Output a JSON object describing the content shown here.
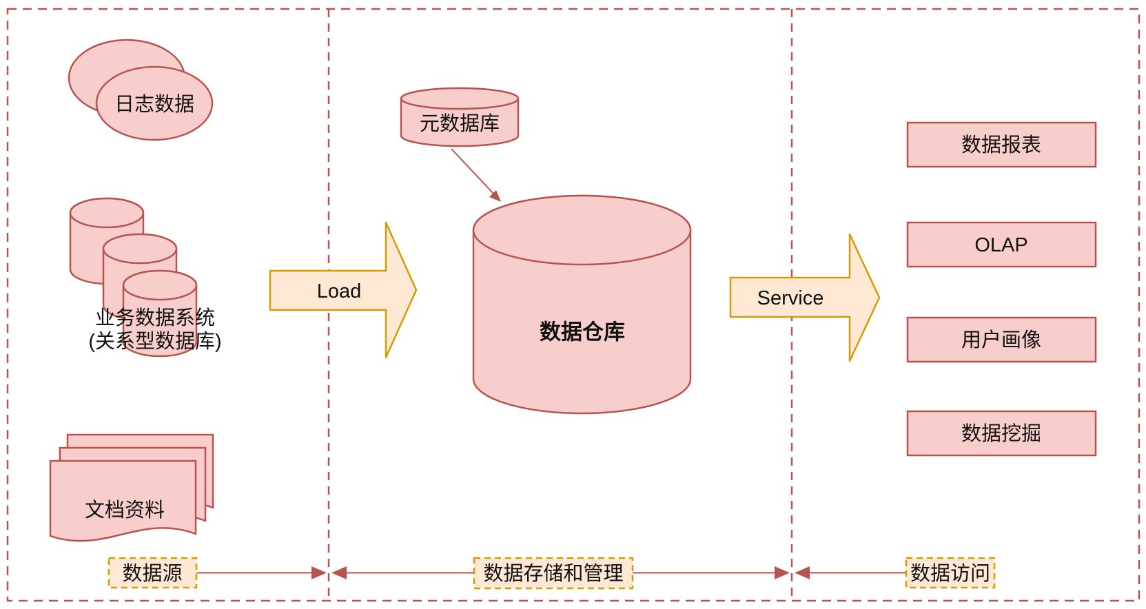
{
  "colors": {
    "shape_fill": "#f8cecc",
    "shape_stroke": "#b85450",
    "accent_fill": "#ffe8d4",
    "accent_stroke": "#d79b00",
    "frame": "#c0504d",
    "connector": "#b85450",
    "text": "#111111"
  },
  "diagram": {
    "stages": [
      {
        "label": "数据源"
      },
      {
        "label": "数据存储和管理"
      },
      {
        "label": "数据访问"
      }
    ],
    "sources": {
      "log_data": "日志数据",
      "business_system_line1": "业务数据系统",
      "business_system_line2": "(关系型数据库)",
      "documents": "文档资料"
    },
    "storage": {
      "metadata_db": "元数据库",
      "warehouse": "数据仓库"
    },
    "flows": {
      "load": "Load",
      "service": "Service"
    },
    "access": [
      "数据报表",
      "OLAP",
      "用户画像",
      "数据挖掘"
    ]
  }
}
